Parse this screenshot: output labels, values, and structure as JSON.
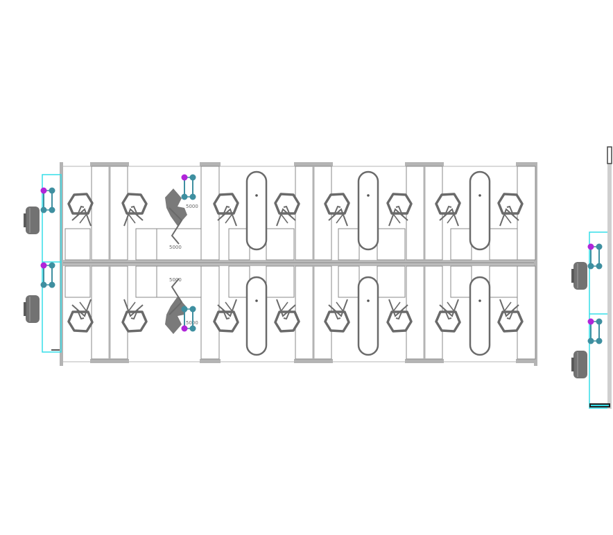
{
  "colors": {
    "background": "#ffffff",
    "furniture": "#7a7a7a",
    "wall": "#b4b4b4",
    "outline": "#5e5e5e",
    "cyan_outline": "#33dde8",
    "magenta_node": "#b025d9",
    "teal_node": "#3e8fa0",
    "fixture": "#727272"
  },
  "labels": {
    "tag_a_top": "5000",
    "tag_b_top": "5000",
    "tag_a_bottom": "5000",
    "tag_b_bottom": "5000"
  },
  "icons": {
    "chair": "office-chair-icon",
    "pod": "rounded-pod-icon",
    "fixture": "printer-icon",
    "node": "connection-node-icon"
  }
}
